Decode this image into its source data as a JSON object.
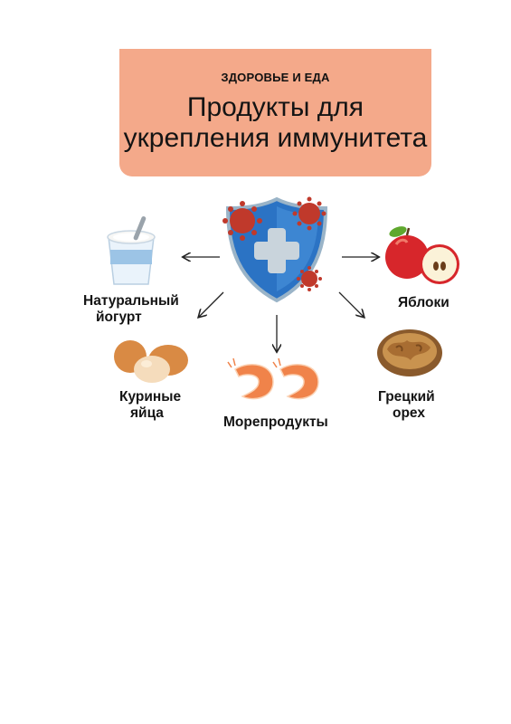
{
  "header": {
    "kicker": "ЗДОРОВЬЕ И ЕДА",
    "title_line1": "Продукты для",
    "title_line2": "укрепления иммунитета"
  },
  "foods": {
    "yogurt": {
      "line1": "Натуральный",
      "line2": "йогурт"
    },
    "apples": {
      "line1": "Яблоки"
    },
    "eggs": {
      "line1": "Куриные",
      "line2": "яйца"
    },
    "seafood": {
      "line1": "Морепродукты"
    },
    "walnut": {
      "line1": "Грецкий",
      "line2": "орех"
    }
  },
  "colors": {
    "banner": "#f4a98a",
    "shield": "#2f7fd0",
    "cross": "#c9d4dc",
    "virus": "#c0392b",
    "apple": "#d7262b",
    "shrimp": "#f0834a"
  }
}
